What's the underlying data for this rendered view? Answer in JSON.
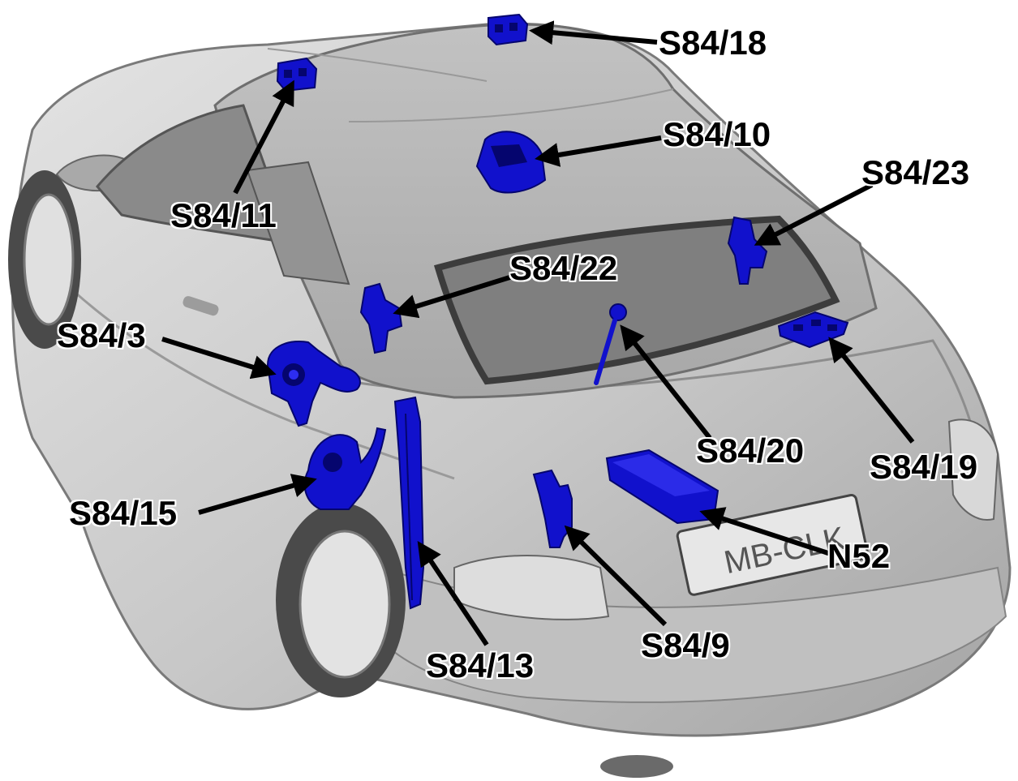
{
  "colors": {
    "component": "#1111cc",
    "component_dark": "#05056e",
    "car_body": "#cfcfcf",
    "car_shadow": "#8e8e8e",
    "soft_top": "#b3b3b3",
    "window": "#7b7b7b",
    "arrow": "#000000",
    "label": "#000000"
  },
  "license_plate": "MB-CLK",
  "components": [
    {
      "id": "S84/18",
      "label": "S84/18",
      "shape": "switch-block"
    },
    {
      "id": "S84/11",
      "label": "S84/11",
      "shape": "switch-block"
    },
    {
      "id": "S84/10",
      "label": "S84/10",
      "shape": "motor-housing"
    },
    {
      "id": "S84/23",
      "label": "S84/23",
      "shape": "latch"
    },
    {
      "id": "S84/22",
      "label": "S84/22",
      "shape": "latch"
    },
    {
      "id": "S84/3",
      "label": "S84/3",
      "shape": "hinge-assembly"
    },
    {
      "id": "S84/20",
      "label": "S84/20",
      "shape": "rod-sensor"
    },
    {
      "id": "S84/19",
      "label": "S84/19",
      "shape": "switch-block"
    },
    {
      "id": "S84/15",
      "label": "S84/15",
      "shape": "hinge-assembly"
    },
    {
      "id": "S84/13",
      "label": "S84/13",
      "shape": "hydraulic-cylinder"
    },
    {
      "id": "S84/9",
      "label": "S84/9",
      "shape": "bracket"
    },
    {
      "id": "N52",
      "label": "N52",
      "shape": "control-module"
    }
  ]
}
